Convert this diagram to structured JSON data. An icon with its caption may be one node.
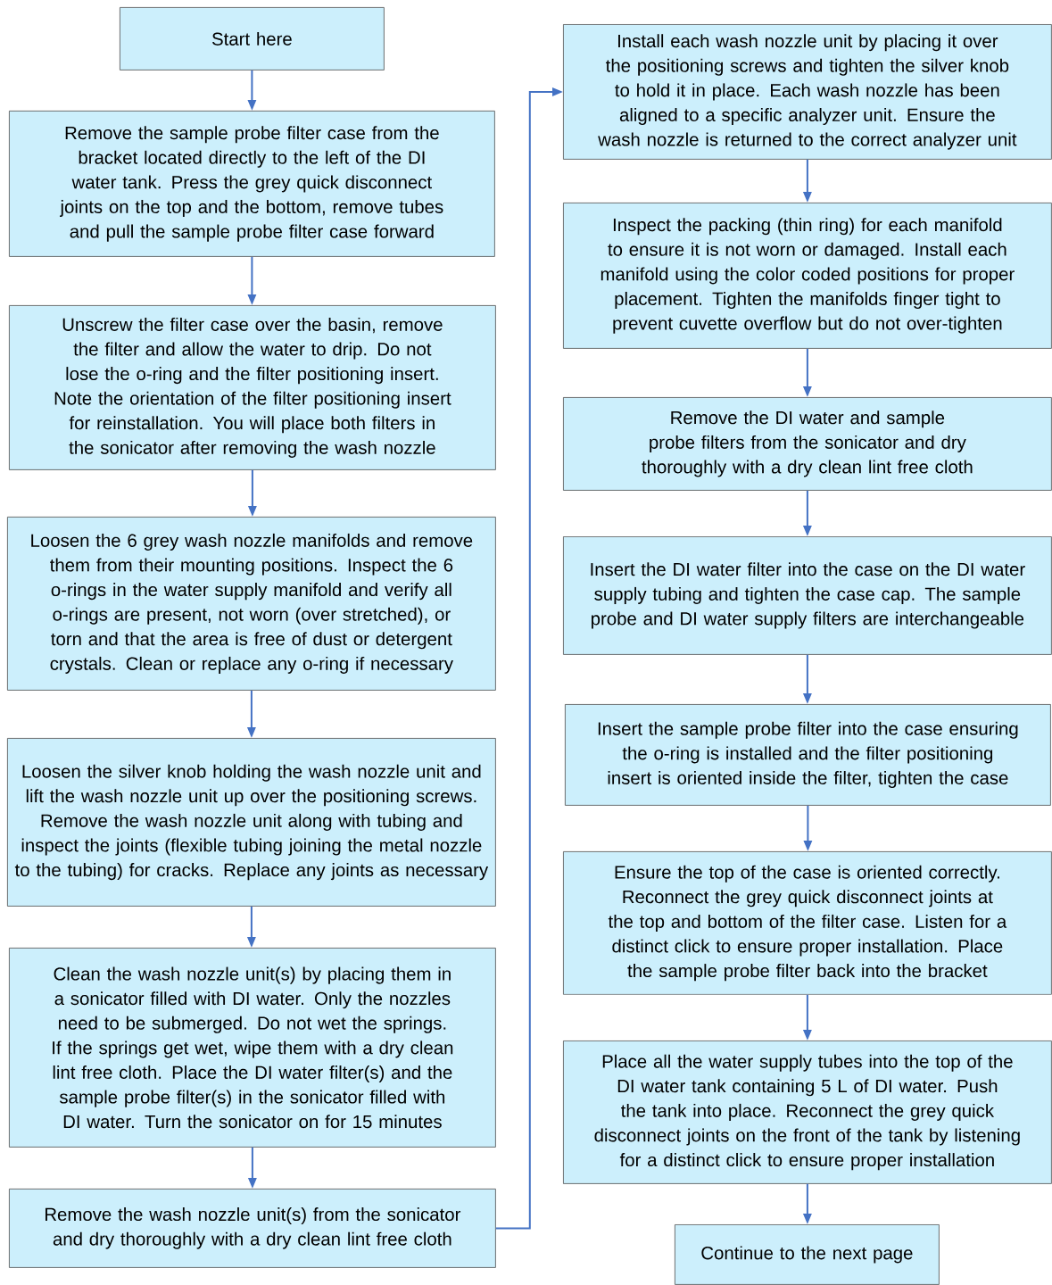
{
  "diagram": {
    "nodes": [
      {
        "text": [
          "Start here"
        ]
      },
      {
        "text": [
          "Remove the sample probe filter case from the bracket located directly to the left of the DI water tank.  Press the grey quick disconnect joints on the top and the bottom, remove tubes and pull the sample probe filter case forward"
        ]
      },
      {
        "text": [
          "Unscrew the filter case over the basin, remove the filter and allow the water to drip.  Do not lose the o-ring and the filter positioning insert.  Note the orientation of the filter positioning insert for reinstallation.  You will place both filters in the sonicator after removing the wash nozzle"
        ]
      },
      {
        "text": [
          "Loosen the 6 grey wash nozzle manifolds and remove them from their mounting positions. Inspect the 6 o-rings in the water supply manifold and verify all o-rings are present, not worn (over stretched), or torn and that the area is free of dust or detergent crystals.  Clean or replace any o-ring if necessary"
        ]
      },
      {
        "text": [
          "Loosen the silver knob holding the wash nozzle unit and lift the wash nozzle unit up over the positioning screws.  Remove the wash nozzle unit along with tubing and inspect the joints (flexible tubing joining the metal nozzle to the tubing) for cracks.  Replace any joints as necessary"
        ]
      },
      {
        "text": [
          "Clean the wash nozzle unit(s) by placing them in a sonicator filled with DI water.   Only the nozzles need to be submerged. Do not wet the springs.  If the springs get wet, wipe them with a dry clean lint free cloth.  Place the DI water filter(s) and the sample probe filter(s) in the sonicator filled with DI water.  Turn the sonicator on for 15 minutes"
        ]
      },
      {
        "text": [
          "Remove the wash nozzle unit(s) from the sonicator and dry thoroughly with a dry clean lint free cloth"
        ]
      },
      {
        "text": [
          "Install each wash nozzle unit by placing it over the positioning screws and tighten the silver knob to hold it in place.  Each wash nozzle has been aligned to a specific analyzer unit.  Ensure the wash nozzle is returned to the correct analyzer unit"
        ]
      },
      {
        "text": [
          "Inspect the packing (thin ring) for each manifold to ensure it is not worn or damaged.  Install each manifold using the color coded positions for proper placement.  Tighten the manifolds finger tight to prevent cuvette overflow but do not over-tighten"
        ]
      },
      {
        "text": [
          "Remove the DI water and sample probe filters from the sonicator and dry thoroughly with a dry clean lint free cloth"
        ]
      },
      {
        "text": [
          "Insert the DI water filter into the case on the DI water supply tubing and tighten the case cap. The sample probe and DI water supply filters are interchangeable"
        ]
      },
      {
        "text": [
          "Insert the sample probe filter into the case ensuring the o-ring is installed and the filter positioning insert is oriented inside the filter, tighten the case"
        ]
      },
      {
        "text": [
          "Ensure the top of the case is oriented correctly.  Reconnect the grey quick disconnect joints at the top and bottom of the filter case.  Listen for a distinct click to ensure proper installation.  Place the sample probe filter back into the bracket"
        ]
      },
      {
        "text": [
          "Place all the water supply tubes into the top of the DI water tank containing 5 L of DI water.  Push the tank into place.  Reconnect the grey quick disconnect joints on the front of the tank by listening for a distinct click to ensure proper installation"
        ]
      },
      {
        "text": [
          "Continue to the next page"
        ]
      }
    ],
    "edges": [
      {
        "from": 0,
        "to": 1,
        "arrow": "to"
      },
      {
        "from": 1,
        "to": 2,
        "arrow": "to"
      },
      {
        "from": 2,
        "to": 3,
        "arrow": "to"
      },
      {
        "from": 3,
        "to": 4,
        "arrow": "to"
      },
      {
        "from": 4,
        "to": 5,
        "arrow": "to"
      },
      {
        "from": 5,
        "to": 6,
        "arrow": "to"
      },
      {
        "from": 6,
        "to": 7,
        "arrow": "to"
      },
      {
        "from": 7,
        "to": 8,
        "arrow": "to"
      },
      {
        "from": 8,
        "to": 9,
        "arrow": "to"
      },
      {
        "from": 9,
        "to": 10,
        "arrow": "to"
      },
      {
        "from": 10,
        "to": 11,
        "arrow": "to"
      },
      {
        "from": 11,
        "to": 12,
        "arrow": "to"
      },
      {
        "from": 12,
        "to": 13,
        "arrow": "to"
      },
      {
        "from": 13,
        "to": 14,
        "arrow": "to"
      }
    ]
  }
}
